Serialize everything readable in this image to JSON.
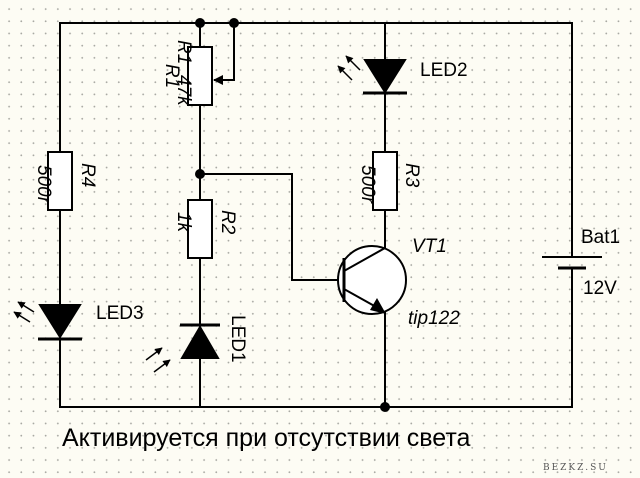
{
  "diagram": {
    "caption": "Активируется при отсутствии света",
    "watermark": "BEZKZ.SU",
    "components": {
      "r1": {
        "ref": "R1",
        "value": "47k"
      },
      "r2": {
        "ref": "R2",
        "value": "1k"
      },
      "r3": {
        "ref": "R3",
        "value": "500r"
      },
      "r4": {
        "ref": "R4",
        "value": "500r"
      },
      "led1": {
        "ref": "LED1"
      },
      "led2": {
        "ref": "LED2"
      },
      "led3": {
        "ref": "LED3"
      },
      "vt1": {
        "ref": "VT1",
        "value": "tip122"
      },
      "bat1": {
        "ref": "Bat1",
        "value": "12V"
      }
    }
  }
}
